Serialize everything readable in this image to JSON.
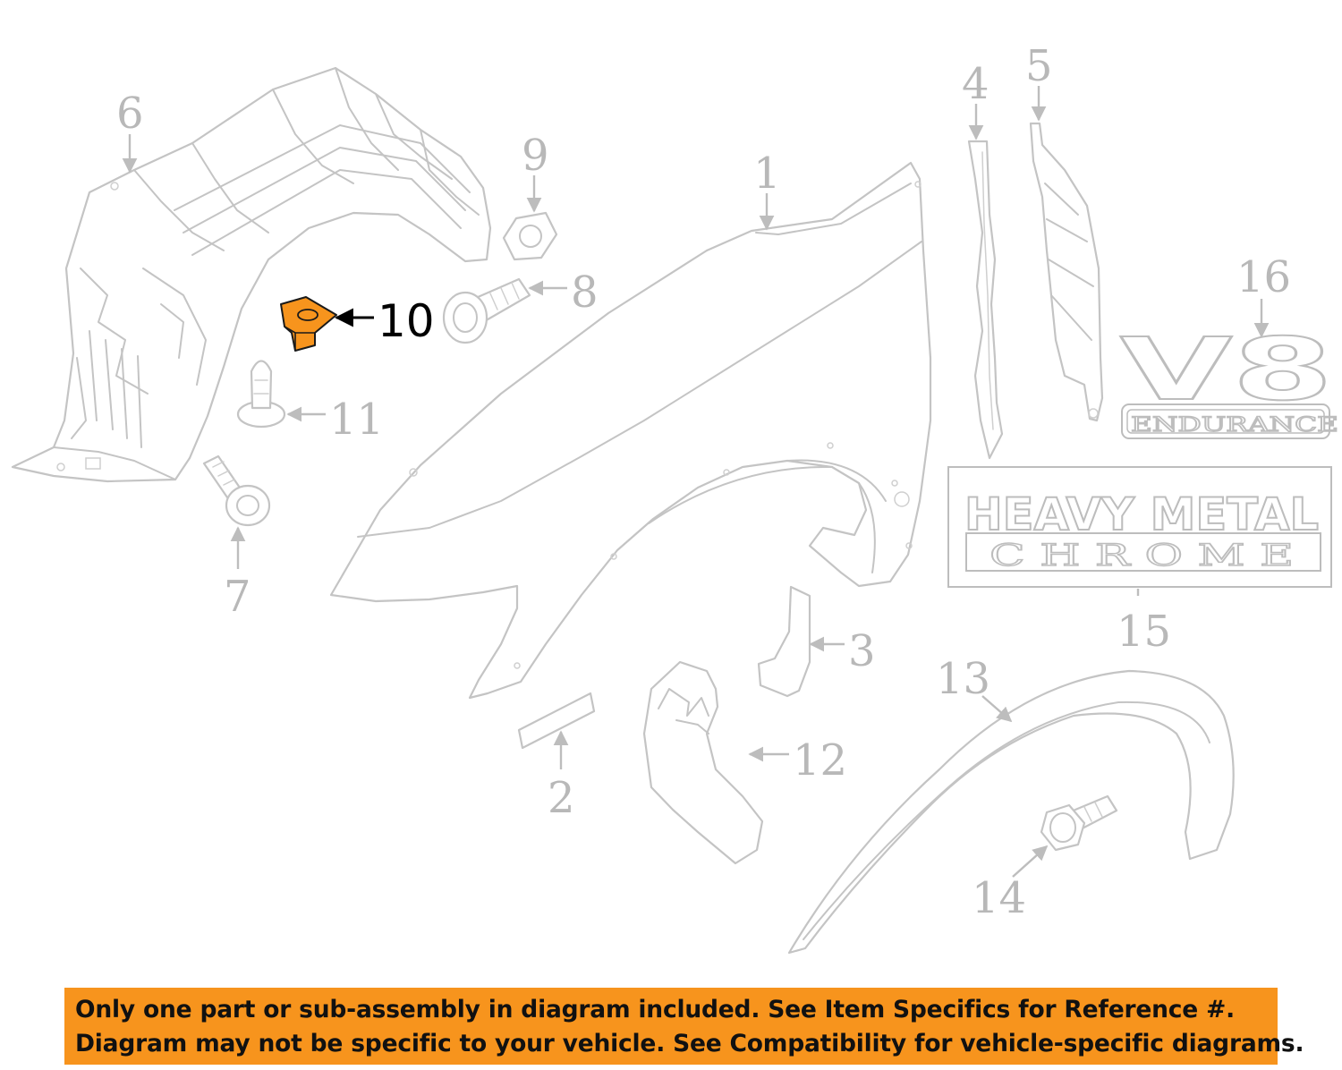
{
  "callouts": {
    "c1": "1",
    "c2": "2",
    "c3": "3",
    "c4": "4",
    "c5": "5",
    "c6": "6",
    "c7": "7",
    "c8": "8",
    "c9": "9",
    "c10": "10",
    "c11": "11",
    "c12": "12",
    "c13": "13",
    "c14": "14",
    "c15": "15",
    "c16": "16"
  },
  "highlighted_part": "10",
  "highlight_color": "#f7941d",
  "badges": {
    "v8_main": "V8",
    "v8_sub": "ENDURANCE",
    "hm_main": "HEAVY METAL",
    "hm_sub": "C H R O M E"
  },
  "notice": {
    "line1": "Only one part or sub-assembly in diagram included. See Item Specifics for Reference #.",
    "line2": "Diagram may not be specific to your vehicle. See Compatibility for vehicle-specific diagrams.",
    "background": "#f7941d"
  }
}
